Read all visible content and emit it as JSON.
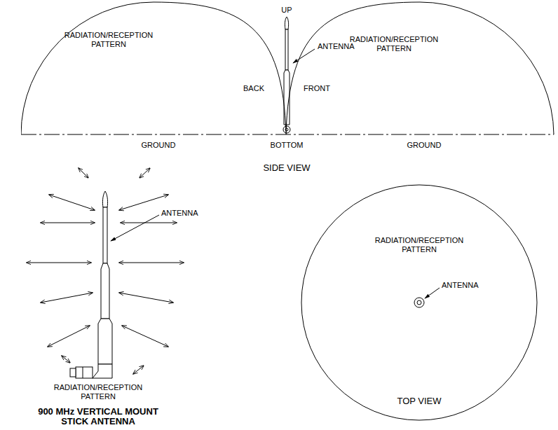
{
  "diagram": {
    "title": "900 MHz VERTICAL MOUNT STICK ANTENNA",
    "nodes": [
      {
        "text": [
          "RADIATION/RECEPTION PATTERN"
        ]
      },
      {
        "text": [
          "RADIATION/RECEPTION PATTERN"
        ]
      },
      {
        "text": [
          "RADIATION/RECEPTION PATTERN",
          "ANTENNA",
          "TOP VIEW"
        ]
      }
    ],
    "labels": [
      "UP",
      "ANTENNA",
      "BACK",
      "FRONT",
      "GROUND",
      "BOTTOM",
      "GROUND",
      "SIDE VIEW",
      "ANTENNA",
      "RADIATION/RECEPTION PATTERN"
    ]
  }
}
